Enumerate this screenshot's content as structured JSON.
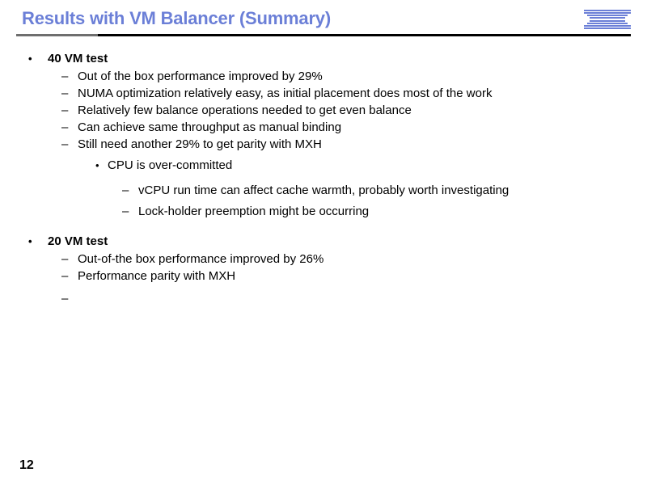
{
  "slide": {
    "title": "Results with VM Balancer (Summary)",
    "page_number": "12",
    "title_color": "#6b7fd7",
    "rule_gray_color": "#6e6e6e",
    "rule_black_color": "#000000",
    "background_color": "#ffffff",
    "text_color": "#000000"
  },
  "logo": {
    "name": "IBM",
    "color": "#6b7fd7",
    "bar_count": 8
  },
  "markers": {
    "bullet": "•",
    "dash": "–"
  },
  "content": [
    {
      "level": 1,
      "marker": "•",
      "text": "40 VM test"
    },
    {
      "level": 2,
      "marker": "–",
      "text": "Out of the box performance improved by 29%"
    },
    {
      "level": 2,
      "marker": "–",
      "text": "NUMA optimization relatively easy, as initial placement does most of the work"
    },
    {
      "level": 2,
      "marker": "–",
      "text": "Relatively few balance operations needed to get even balance"
    },
    {
      "level": 2,
      "marker": "–",
      "text": "Can achieve same throughput as manual binding"
    },
    {
      "level": 2,
      "marker": "–",
      "text": "Still need another 29% to get parity with MXH"
    },
    {
      "level": 3,
      "marker": "•",
      "text": "CPU is over-committed"
    },
    {
      "level": 4,
      "marker": "–",
      "text": "vCPU run time can affect cache warmth, probably worth investigating"
    },
    {
      "level": 4,
      "marker": "–",
      "text": "Lock-holder preemption might be occurring"
    },
    {
      "level": 1,
      "marker": "•",
      "text": "20 VM test"
    },
    {
      "level": 2,
      "marker": "–",
      "text": "Out-of-the box performance improved by 26%"
    },
    {
      "level": 2,
      "marker": "–",
      "text": "Performance parity with MXH"
    },
    {
      "level": 2,
      "marker": "–",
      "text": ""
    }
  ]
}
